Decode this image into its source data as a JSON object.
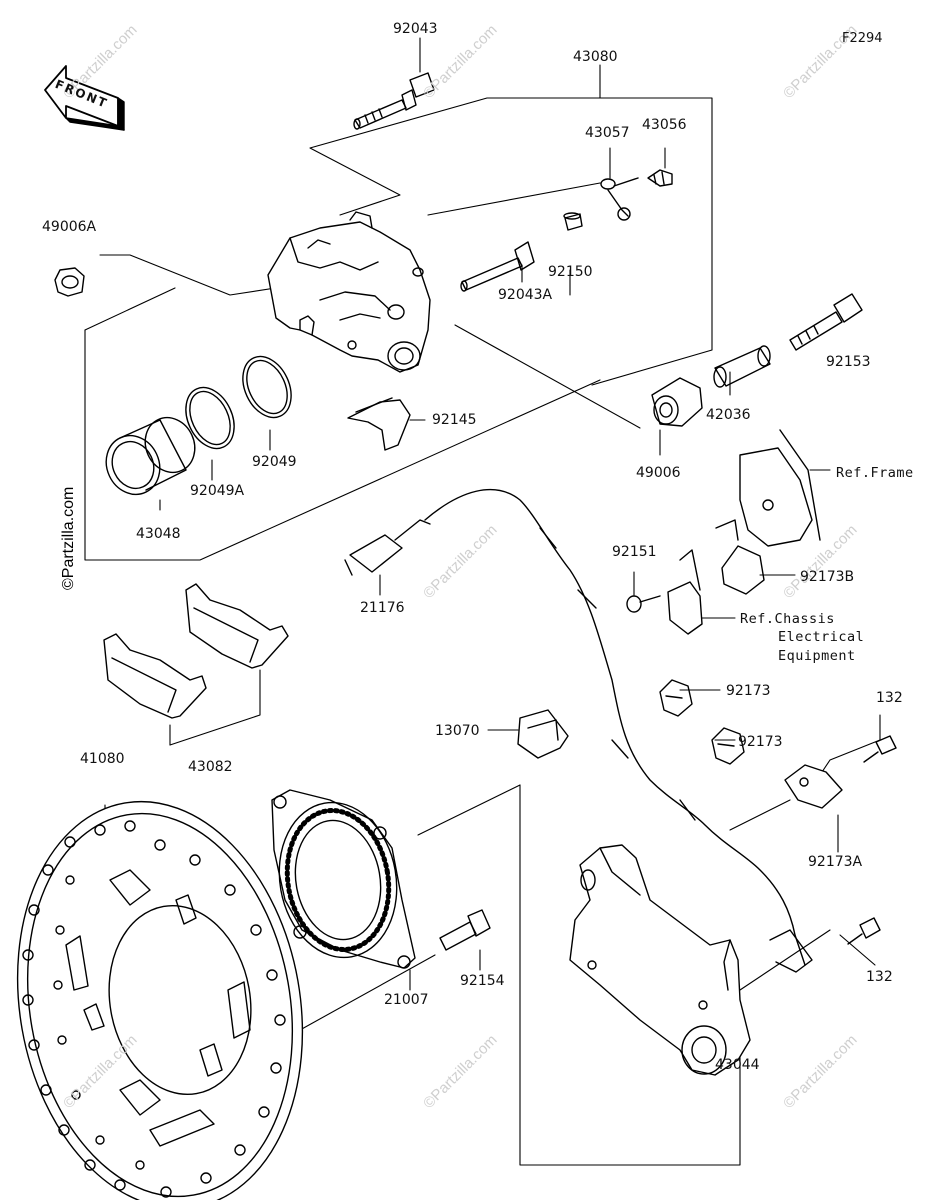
{
  "figure_code": "F2294",
  "front_arrow": "FRONT",
  "copyright": "©Partzilla.com",
  "watermark": "©Partzilla.com",
  "parts": {
    "p92043": "92043",
    "p43080": "43080",
    "p43057": "43057",
    "p43056": "43056",
    "p49006A": "49006A",
    "p92150": "92150",
    "p92043A": "92043A",
    "p92153": "92153",
    "p92145": "92145",
    "p92049": "92049",
    "p92049A": "92049A",
    "p43048": "43048",
    "p42036": "42036",
    "p49006": "49006",
    "p21176": "21176",
    "p92151": "92151",
    "p92173B": "92173B",
    "p43082": "43082",
    "p92173a": "92173",
    "p92173b": "92173",
    "p13070": "13070",
    "p132a": "132",
    "p41080": "41080",
    "p92173A": "92173A",
    "p92154": "92154",
    "p21007": "21007",
    "p132b": "132",
    "p43044": "43044"
  },
  "refs": {
    "frame": "Ref.Frame",
    "chassis_1": "Ref.Chassis",
    "chassis_2": "Electrical",
    "chassis_3": "Equipment"
  }
}
